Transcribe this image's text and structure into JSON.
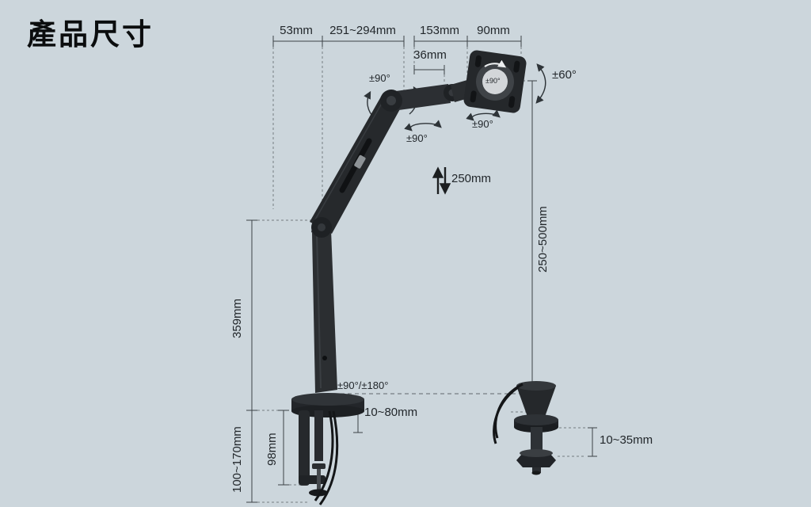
{
  "page": {
    "title": "產品尺寸"
  },
  "labels": {
    "dim_53": "53mm",
    "dim_251_294": "251~294mm",
    "dim_153": "153mm",
    "dim_90": "90mm",
    "dim_36": "36mm",
    "dim_250": "250mm",
    "dim_250_500": "250~500mm",
    "dim_359": "359mm",
    "dim_100_170": "100~170mm",
    "dim_98": "98mm",
    "dim_10_80": "10~80mm",
    "dim_10_35": "10~35mm",
    "angle_elbow": "±90°",
    "angle_forearm": "±90°",
    "angle_head": "±90°",
    "angle_vesa": "±90°",
    "angle_tilt": "±60°",
    "angle_base": "±90°/±180°"
  },
  "colors": {
    "background": "#ccd6dc",
    "ink": "#2e3438",
    "arm_dark": "#25282b"
  }
}
